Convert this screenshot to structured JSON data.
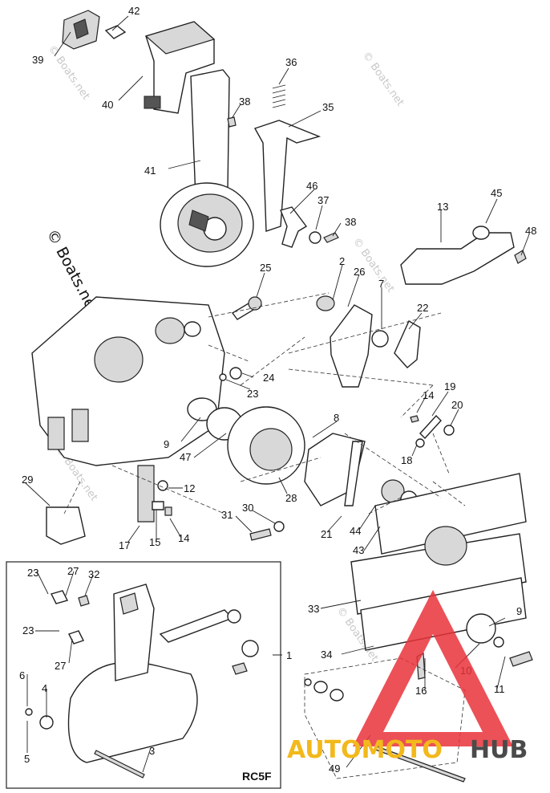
{
  "callouts": [
    "39",
    "42",
    "40",
    "36",
    "38",
    "35",
    "41",
    "46",
    "37",
    "38",
    "13",
    "45",
    "48",
    "2",
    "26",
    "7",
    "22",
    "25",
    "24",
    "23",
    "8",
    "14",
    "19",
    "20",
    "18",
    "9",
    "47",
    "12",
    "28",
    "29",
    "31",
    "30",
    "17",
    "15",
    "14",
    "21",
    "44",
    "43",
    "23",
    "27",
    "32",
    "1",
    "23",
    "27",
    "6",
    "4",
    "5",
    "3",
    "33",
    "9",
    "34",
    "10",
    "11",
    "16",
    "49"
  ],
  "inset": {
    "model_code": "RC5F"
  },
  "watermark": {
    "copyright_main": "© Boats.net",
    "copyright_repeat": "© Boats.net"
  },
  "brand": {
    "part_a": "AUTOMOTO",
    "part_b": "HUB",
    "accent": "#e8333a",
    "gold": "#f2b91c",
    "grey": "#4a4a4a"
  }
}
